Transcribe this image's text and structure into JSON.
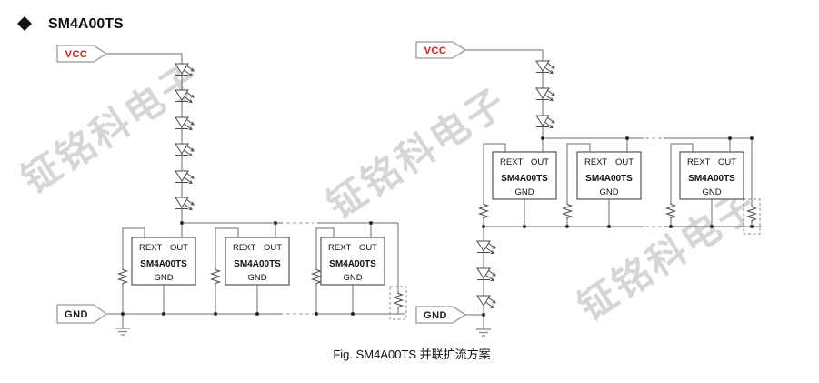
{
  "header": {
    "title": "SM4A00TS",
    "bullet_icon": "diamond"
  },
  "caption": "Fig. SM4A00TS 并联扩流方案",
  "watermark": {
    "text": "钲铭科电子",
    "color": "#cccccc"
  },
  "net_labels": {
    "vcc": "VCC",
    "gnd": "GND"
  },
  "chip": {
    "pin_rext": "REXT",
    "pin_out": "OUT",
    "part_number": "SM4A00TS",
    "pin_gnd": "GND"
  },
  "colors": {
    "vcc_text": "#e8150d",
    "gnd_text": "#1a1a1a",
    "wire": "#6e6e6e",
    "watermark": "#cccccc"
  },
  "structure": {
    "left_circuit": {
      "top_led_count": 6,
      "chip_count": 3,
      "optional_rext_resistor_in_dashed_box": true
    },
    "right_circuit": {
      "top_led_count": 3,
      "chip_count": 3,
      "bottom_led_count": 3,
      "optional_rext_resistor_in_dashed_box": true
    }
  }
}
